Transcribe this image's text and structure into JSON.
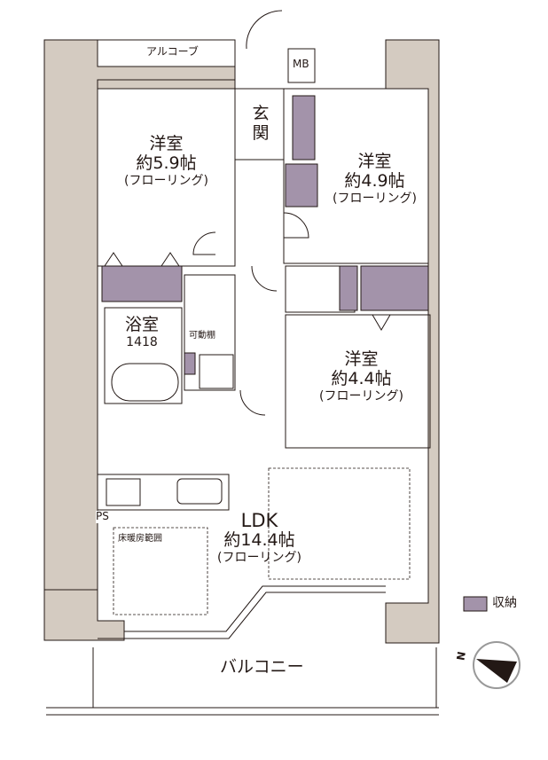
{
  "alcove": "アルコーブ",
  "mb": "MB",
  "entrance": "玄関",
  "rooms": [
    {
      "name": "洋室",
      "size": "約5.9帖",
      "floor": "(フローリング)"
    },
    {
      "name": "洋室",
      "size": "約4.9帖",
      "floor": "(フローリング)"
    },
    {
      "name": "洋室",
      "size": "約4.4帖",
      "floor": "(フローリング)"
    }
  ],
  "bath": {
    "name": "浴室",
    "size": "1418"
  },
  "movable_shelf": "可動棚",
  "ps": "PS",
  "ldk": {
    "name": "LDK",
    "size": "約14.4帖",
    "floor": "(フローリング)"
  },
  "floor_heating": "床暖房範囲",
  "balcony": "バルコニー",
  "legend": {
    "label": "収納",
    "color": "#a393aa"
  },
  "wall_color": "#d4cbc1",
  "compass": {
    "north_label": "N"
  }
}
